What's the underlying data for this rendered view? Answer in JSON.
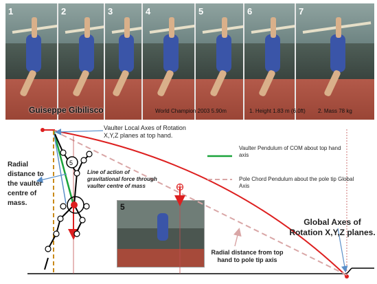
{
  "photo_strip": {
    "frames": [
      "1",
      "2",
      "3",
      "4",
      "5",
      "6",
      "7"
    ],
    "name": "Guiseppe Gibilisco",
    "captions": [
      "World Champion 2003 5.90m",
      "1.  Height 1.83 m (6.0ft)",
      "2.  Mass 78 kg"
    ]
  },
  "diagram": {
    "vaulter_axes_label": "Vaulter Local Axes of Rotation X,Y,Z planes at top hand.",
    "radial_distance_label": "Radial distance to the vaulter centre of mass.",
    "gravity_label": "Line of action of gravitational force through vaulter centre of mass",
    "legend_green": "Vaulter Pendulum of COM about top hand axis",
    "legend_pink": "Pole Chord Pendulum about the pole tip Global Axis",
    "radial_hand_label": "Radial distance from top hand to pole tip axis",
    "global_axes_label": "Global Axes of Rotation X,Y,Z planes.",
    "inset_frame": "5",
    "circle_marker": "5",
    "colors": {
      "arc": "#dd1f1f",
      "green": "#1aa33a",
      "pink": "#d9a6a6",
      "blue": "#5b8fc9",
      "orange": "#c98a1a"
    }
  }
}
